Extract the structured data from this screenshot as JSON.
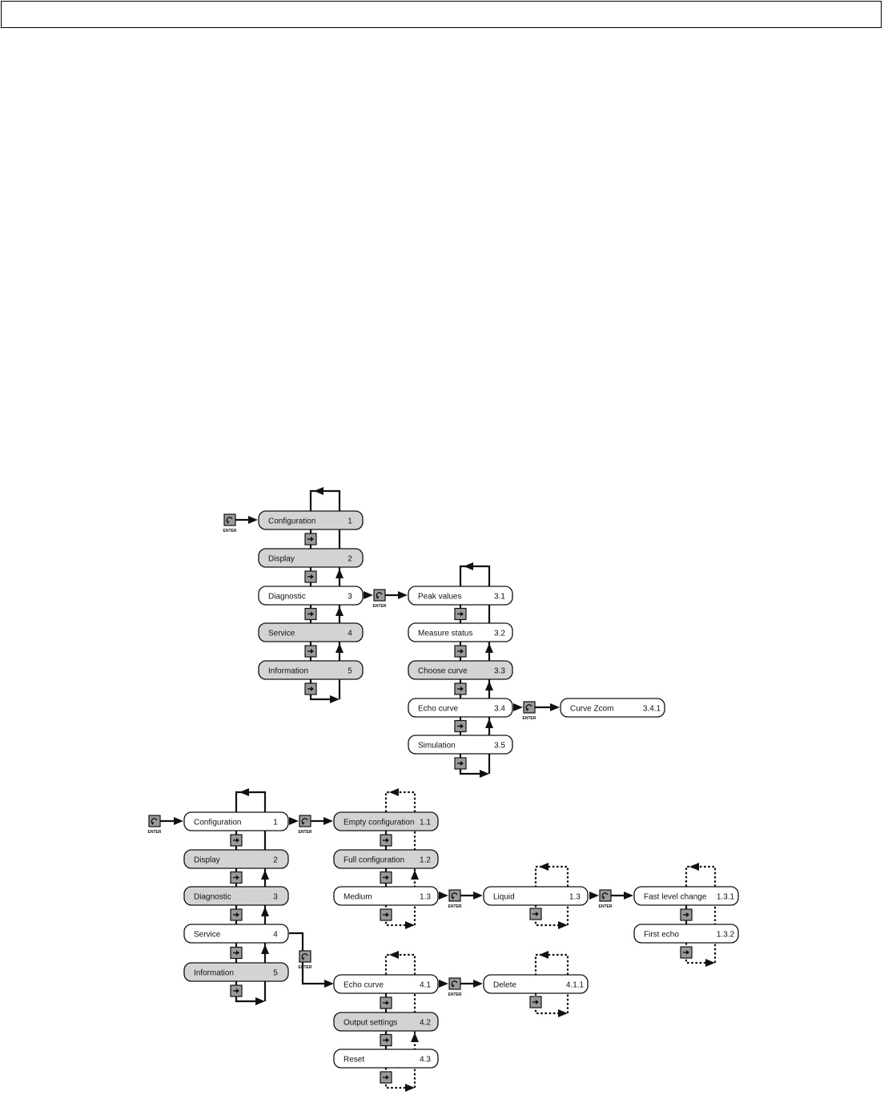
{
  "header": {
    "text": ""
  },
  "enter_caption": "ENTER",
  "colors": {
    "shaded": "#d3d3d3",
    "white": "#ffffff",
    "line": "#111111"
  },
  "diagram_top": {
    "nodes": [
      {
        "id": "t-config",
        "label": "Configuration",
        "num": "1",
        "shaded": true
      },
      {
        "id": "t-display",
        "label": "Display",
        "num": "2",
        "shaded": true
      },
      {
        "id": "t-diagnostic",
        "label": "Diagnostic",
        "num": "3",
        "shaded": false
      },
      {
        "id": "t-service",
        "label": "Service",
        "num": "4",
        "shaded": true
      },
      {
        "id": "t-information",
        "label": "Information",
        "num": "5",
        "shaded": true
      },
      {
        "id": "t-peak",
        "label": "Peak values",
        "num": "3.1",
        "shaded": false
      },
      {
        "id": "t-measure",
        "label": "Measure status",
        "num": "3.2",
        "shaded": false
      },
      {
        "id": "t-choose",
        "label": "Choose curve",
        "num": "3.3",
        "shaded": true
      },
      {
        "id": "t-echo",
        "label": "Echo curve",
        "num": "3.4",
        "shaded": false
      },
      {
        "id": "t-simulation",
        "label": "Simulation",
        "num": "3.5",
        "shaded": false
      },
      {
        "id": "t-zoom",
        "label": "Curve Zcom",
        "num": "3.4.1",
        "shaded": false
      }
    ]
  },
  "diagram_bottom": {
    "nodes": [
      {
        "id": "b-config",
        "label": "Configuration",
        "num": "1",
        "shaded": false
      },
      {
        "id": "b-display",
        "label": "Display",
        "num": "2",
        "shaded": true
      },
      {
        "id": "b-diagnostic",
        "label": "Diagnostic",
        "num": "3",
        "shaded": true
      },
      {
        "id": "b-service",
        "label": "Service",
        "num": "4",
        "shaded": false
      },
      {
        "id": "b-information",
        "label": "Information",
        "num": "5",
        "shaded": true
      },
      {
        "id": "b-empty",
        "label": "Empty configuration",
        "num": "1.1",
        "shaded": true
      },
      {
        "id": "b-full",
        "label": "Full configuration",
        "num": "1.2",
        "shaded": true
      },
      {
        "id": "b-medium",
        "label": "Medium",
        "num": "1.3",
        "shaded": false
      },
      {
        "id": "b-liquid",
        "label": "Liquid",
        "num": "1.3",
        "shaded": false
      },
      {
        "id": "b-fast",
        "label": "Fast level change",
        "num": "1.3.1",
        "shaded": false
      },
      {
        "id": "b-first",
        "label": "First echo",
        "num": "1.3.2",
        "shaded": false
      },
      {
        "id": "b-echo",
        "label": "Echo curve",
        "num": "4.1",
        "shaded": false
      },
      {
        "id": "b-delete",
        "label": "Delete",
        "num": "4.1.1",
        "shaded": false
      },
      {
        "id": "b-output",
        "label": "Output settings",
        "num": "4.2",
        "shaded": true
      },
      {
        "id": "b-reset",
        "label": "Reset",
        "num": "4.3",
        "shaded": false
      }
    ]
  }
}
